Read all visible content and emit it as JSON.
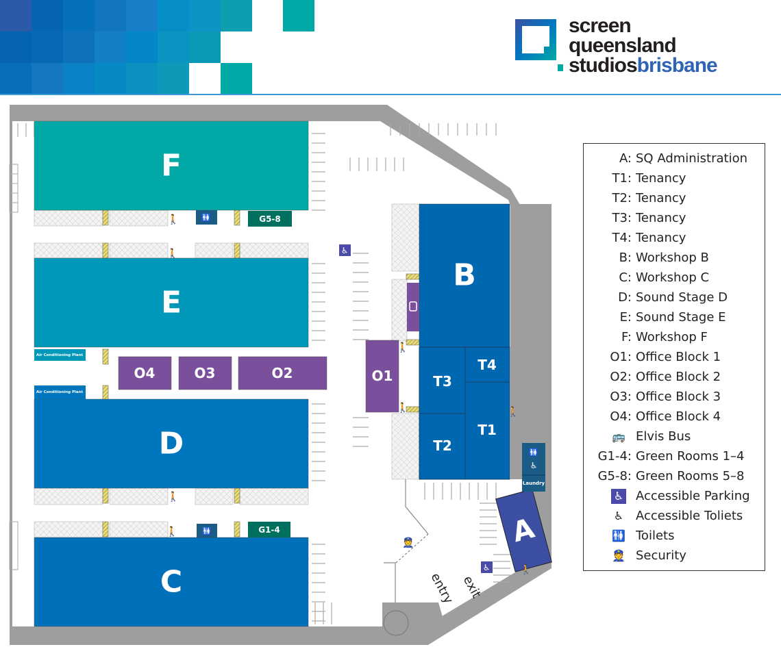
{
  "brand": {
    "line1": "screen",
    "line2": "queensland",
    "line3a": "studios",
    "line3b": "brisbane",
    "colors": {
      "dark": "#231f20",
      "blue": "#2f64b5",
      "teal": "#00a9a5"
    }
  },
  "buildings": {
    "F": "F",
    "E": "E",
    "D": "D",
    "C": "C",
    "B": "B",
    "T1": "T1",
    "T2": "T2",
    "T3": "T3",
    "T4": "T4",
    "A": "A",
    "O1": "O1",
    "O2": "O2",
    "O3": "O3",
    "O4": "O4"
  },
  "labels": {
    "g58": "G5-8",
    "g14": "G1-4",
    "ac1": "Air Conditioning Plant",
    "ac2": "Air Conditioning Plant",
    "laundry": "Laundry",
    "entry": "entry",
    "exit": "exit"
  },
  "colors": {
    "F": "#00a9a5",
    "E": "#0098b9",
    "D": "#0076bf",
    "C": "#0070ba",
    "B": "#0067b1",
    "T": "#0067b1",
    "A": "#3d4fa3",
    "O": "#7a509c",
    "green_room": "#00705e",
    "wall": "#9e9e9e",
    "amenity": "#1a5c86"
  },
  "legend": [
    {
      "key": "A:",
      "label": "SQ Administration"
    },
    {
      "key": "T1:",
      "label": "Tenancy"
    },
    {
      "key": "T2:",
      "label": "Tenancy"
    },
    {
      "key": "T3:",
      "label": "Tenancy"
    },
    {
      "key": "T4:",
      "label": "Tenancy"
    },
    {
      "key": "B:",
      "label": "Workshop B"
    },
    {
      "key": "C:",
      "label": "Workshop C"
    },
    {
      "key": "D:",
      "label": "Sound Stage D"
    },
    {
      "key": "E:",
      "label": "Sound Stage E"
    },
    {
      "key": "F:",
      "label": "Workshop F"
    },
    {
      "key": "O1:",
      "label": "Office Block 1"
    },
    {
      "key": "O2:",
      "label": "Office Block 2"
    },
    {
      "key": "O3:",
      "label": "Office Block 3"
    },
    {
      "key": "O4:",
      "label": "Office Block 4"
    },
    {
      "key": "",
      "icon": "bus-icon",
      "label": "Elvis Bus"
    },
    {
      "key": "G1-4:",
      "label": "Green Rooms 1–4"
    },
    {
      "key": "G5-8:",
      "label": "Green Rooms 5–8"
    },
    {
      "key": "",
      "icon": "accessible-parking-icon",
      "label": "Accessible Parking"
    },
    {
      "key": "",
      "icon": "accessible-toilet-icon",
      "label": "Accessible Toliets"
    },
    {
      "key": "",
      "icon": "toilets-icon",
      "label": "Toilets"
    },
    {
      "key": "",
      "icon": "security-icon",
      "label": "Security"
    }
  ]
}
